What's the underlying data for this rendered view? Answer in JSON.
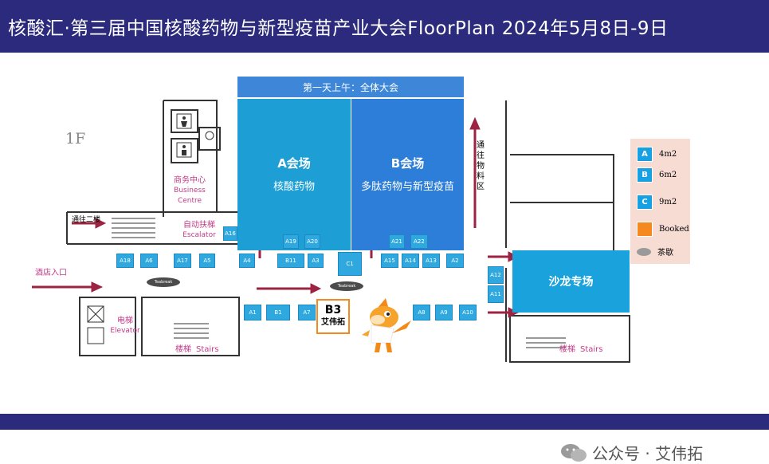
{
  "header": {
    "title": "核酸汇·第三届中国核酸药物与新型疫苗产业大会FloorPlan 2024年5月8日-9日"
  },
  "floor_label": "1F",
  "plenary_banner": "第一天上午：全体大会",
  "hall_a": {
    "title": "A会场",
    "subtitle": "核酸药物"
  },
  "hall_b": {
    "title": "B会场",
    "subtitle": "多肽药物与新型疫苗"
  },
  "salon": {
    "title": "沙龙专场"
  },
  "to_logistics": "通往物料区",
  "to_second_floor": "通往二楼",
  "business_centre": {
    "cn": "商务中心",
    "en": "Business Centre"
  },
  "escalator": {
    "cn": "自动扶梯",
    "en": "Escalator"
  },
  "hotel_entrance": "酒店入口",
  "elevator": {
    "cn": "电梯",
    "en": "Elevator"
  },
  "stairs_left": {
    "cn": "楼梯",
    "en": "Stairs"
  },
  "stairs_right": {
    "cn": "楼梯",
    "en": "Stairs"
  },
  "teabreak_label": "Teabreak",
  "featured": {
    "code": "B3",
    "name": "艾伟拓"
  },
  "booths": {
    "A16": "A16",
    "A19": "A19",
    "A20": "A20",
    "A21": "A21",
    "A22": "A22",
    "A18": "A18",
    "A6": "A6",
    "A17": "A17",
    "A5": "A5",
    "A4": "A4",
    "B11": "B11",
    "A3": "A3",
    "C1": "C1",
    "A15": "A15",
    "A14": "A14",
    "A13": "A13",
    "A2": "A2",
    "A12": "A12",
    "A11": "A11",
    "A1": "A1",
    "B1": "B1",
    "A7": "A7",
    "A8": "A8",
    "A9": "A9",
    "A10": "A10"
  },
  "legend": {
    "items": [
      {
        "code": "A",
        "label": "4m2",
        "color": "#17a0e2"
      },
      {
        "code": "B",
        "label": "6m2",
        "color": "#17a0e2"
      },
      {
        "code": "C",
        "label": "9m2",
        "color": "#17a0e2"
      },
      {
        "code": "",
        "label": "Booked",
        "color": "#f5891f"
      },
      {
        "code": "",
        "label": "茶歇",
        "color": "#9a9a9a"
      }
    ]
  },
  "watermark": "公众号 · 艾伟拓",
  "colors": {
    "header": "#2b2a7c",
    "hall_a": "#1d9fd6",
    "hall_b": "#2c7ed8",
    "arrow": "#9c2341",
    "booked": "#f5891f"
  }
}
